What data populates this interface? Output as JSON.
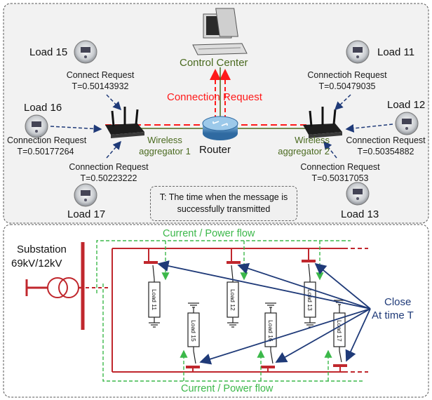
{
  "top": {
    "control_center": "Control Center",
    "connection_request": "Connection Request",
    "router": "Router",
    "aggregator_1": "Wireless aggregator 1",
    "aggregator_1_line1": "Wireless",
    "aggregator_1_line2": "aggregator 1",
    "aggregator_2_line1": "Wireless",
    "aggregator_2_line2": "aggregator 2",
    "loads": {
      "load15": {
        "name": "Load 15",
        "request": "Connect Request",
        "time": "T=0.50143932"
      },
      "load16": {
        "name": "Load 16",
        "request": "Connection Request",
        "time": "T=0.50177264"
      },
      "load17": {
        "name": "Load 17",
        "request": "Connection Request",
        "time": "T=0.50223222"
      },
      "load11": {
        "name": "Load 11",
        "request": "Connectioh Request",
        "time": "T=0.50479035"
      },
      "load12": {
        "name": "Load 12",
        "request": "Connection Request",
        "time": "T=0.50354882"
      },
      "load13": {
        "name": "Load 13",
        "request": "Connection Request",
        "time": "T=0.50317053"
      }
    },
    "note_line1": "T: The time when the message is",
    "note_line2": "successfully transmitted"
  },
  "bottom": {
    "substation_line1": "Substation",
    "substation_line2": "69kV/12kV",
    "flow_top": "Current / Power flow",
    "flow_bottom": "Current / Power flow",
    "close_line1": "Close",
    "close_line2": "At time T",
    "load_boxes": [
      "Load 11",
      "Load 12",
      "Load 13",
      "Load 15",
      "Load 16",
      "Load 17"
    ]
  },
  "colors": {
    "request_red": "#ff1a1a",
    "feeder_red": "#c0272d",
    "flow_green": "#3cb84a",
    "arrow_navy": "#1f3a78",
    "aggregator_text": "#4a6a1f"
  }
}
